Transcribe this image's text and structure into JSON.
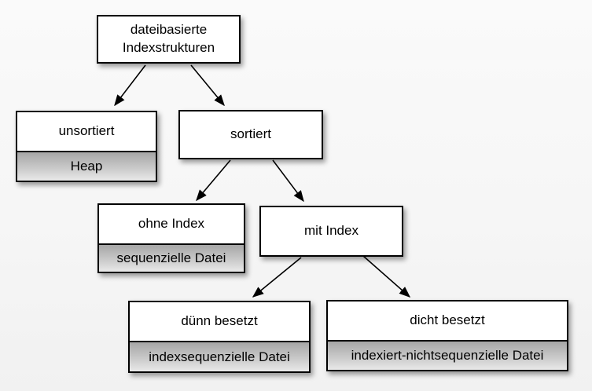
{
  "diagram": {
    "type": "tree",
    "language": "de",
    "topic": "dateibasierte Indexstrukturen"
  },
  "colors": {
    "background": "#f6f6f6",
    "box_fill": "#ffffff",
    "box_border": "#000000",
    "sub_gradient_top": "#a6a6a6",
    "sub_gradient_bottom": "#e9e9e9",
    "arrow": "#000000",
    "text": "#000000"
  },
  "nodes": {
    "root": {
      "label": "dateibasierte\nIndexstrukturen"
    },
    "unsortiert": {
      "label": "unsortiert",
      "sublabel": "Heap"
    },
    "sortiert": {
      "label": "sortiert"
    },
    "ohne_index": {
      "label": "ohne Index",
      "sublabel": "sequenzielle Datei"
    },
    "mit_index": {
      "label": "mit Index"
    },
    "duenn_besetzt": {
      "label": "dünn besetzt",
      "sublabel": "indexsequenzielle Datei"
    },
    "dicht_besetzt": {
      "label": "dicht besetzt",
      "sublabel": "indexiert-nichtsequenzielle Datei"
    }
  },
  "edges": [
    {
      "from": "root",
      "to": "unsortiert"
    },
    {
      "from": "root",
      "to": "sortiert"
    },
    {
      "from": "sortiert",
      "to": "ohne_index"
    },
    {
      "from": "sortiert",
      "to": "mit_index"
    },
    {
      "from": "mit_index",
      "to": "duenn_besetzt"
    },
    {
      "from": "mit_index",
      "to": "dicht_besetzt"
    }
  ]
}
